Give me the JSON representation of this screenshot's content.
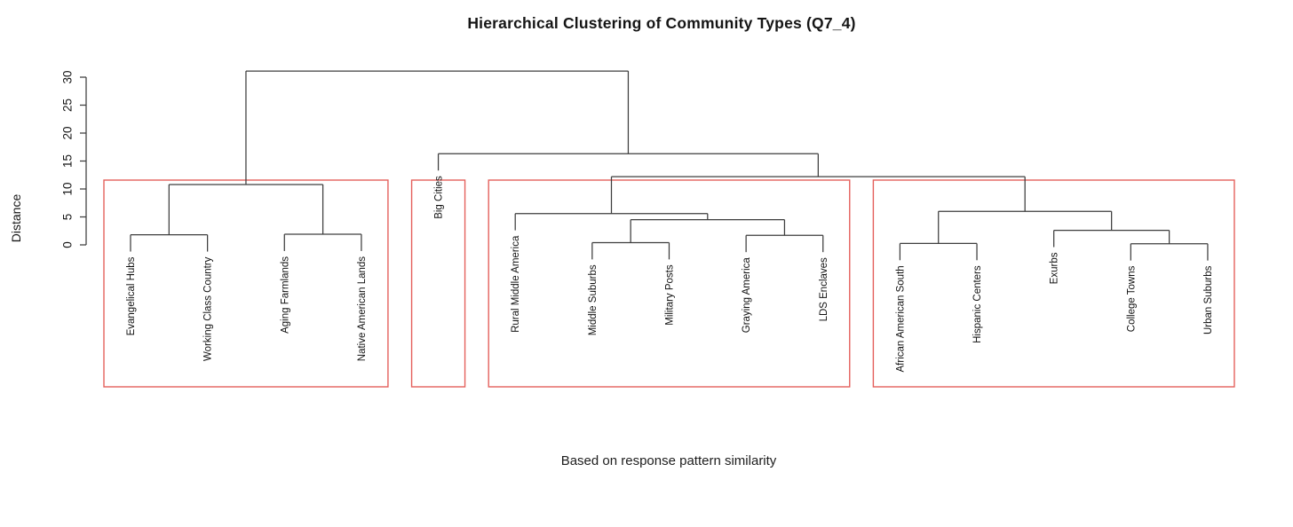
{
  "chart_data": {
    "type": "dendrogram",
    "title": "Hierarchical Clustering of Community Types (Q7_4)",
    "subtitle": "Based on response pattern similarity",
    "ylabel": "Distance",
    "yticks": [
      0,
      5,
      10,
      15,
      20,
      25,
      30
    ],
    "ylim": [
      0,
      30
    ],
    "grid": false,
    "legend": "none",
    "hang": 3,
    "line_color": "#3d3d3d",
    "cluster_box_color": "#e4605c",
    "leaf_order": [
      "Evangelical Hubs",
      "Working Class Country",
      "Aging Farmlands",
      "Native American Lands",
      "Big Cities",
      "Rural Middle America",
      "Middle Suburbs",
      "Military Posts",
      "Graying America",
      "LDS Enclaves",
      "African American South",
      "Hispanic Centers",
      "Exurbs",
      "College Towns",
      "Urban Suburbs"
    ],
    "tree": {
      "h": 31.1,
      "children": [
        {
          "h": 10.8,
          "children": [
            {
              "h": 1.8,
              "children": [
                "Evangelical Hubs",
                "Working Class Country"
              ]
            },
            {
              "h": 1.9,
              "children": [
                "Aging Farmlands",
                "Native American Lands"
              ]
            }
          ]
        },
        {
          "h": 16.3,
          "children": [
            "Big Cities",
            {
              "h": 12.2,
              "children": [
                {
                  "h": 5.6,
                  "children": [
                    "Rural Middle America",
                    {
                      "h": 4.5,
                      "children": [
                        {
                          "h": 0.4,
                          "children": [
                            "Middle Suburbs",
                            "Military Posts"
                          ]
                        },
                        {
                          "h": 1.7,
                          "children": [
                            "Graying America",
                            "LDS Enclaves"
                          ]
                        }
                      ]
                    }
                  ]
                },
                {
                  "h": 6.0,
                  "children": [
                    {
                      "h": 0.25,
                      "children": [
                        "African American South",
                        "Hispanic Centers"
                      ]
                    },
                    {
                      "h": 2.6,
                      "children": [
                        "Exurbs",
                        {
                          "h": 0.2,
                          "children": [
                            "College Towns",
                            "Urban Suburbs"
                          ]
                        }
                      ]
                    }
                  ]
                }
              ]
            }
          ]
        }
      ]
    },
    "clusters": [
      {
        "leaves": [
          0,
          3
        ]
      },
      {
        "leaves": [
          4,
          4
        ]
      },
      {
        "leaves": [
          5,
          9
        ]
      },
      {
        "leaves": [
          10,
          14
        ]
      }
    ]
  }
}
